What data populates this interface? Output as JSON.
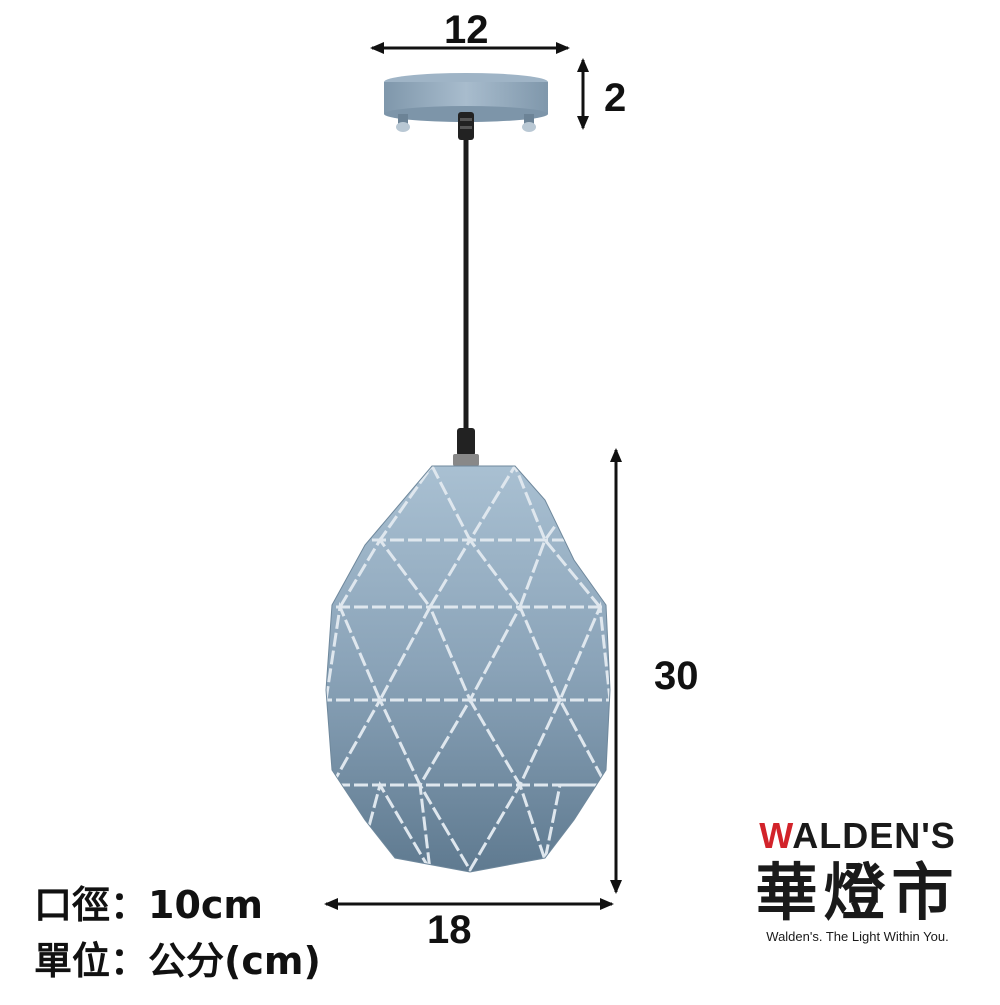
{
  "dimensions": {
    "canopy_diameter": "12",
    "canopy_height": "2",
    "shade_height": "30",
    "shade_width": "18"
  },
  "specs": {
    "opening": "口徑：10cm",
    "unit": "單位：公分(cm)"
  },
  "brand": {
    "name_accent": "W",
    "name_rest": "ALDEN'S",
    "name_zh": "華燈市",
    "tagline": "Walden's. The Light Within You."
  },
  "colors": {
    "shade_blue": "#8fa9bd",
    "accent_red": "#d2232a"
  }
}
